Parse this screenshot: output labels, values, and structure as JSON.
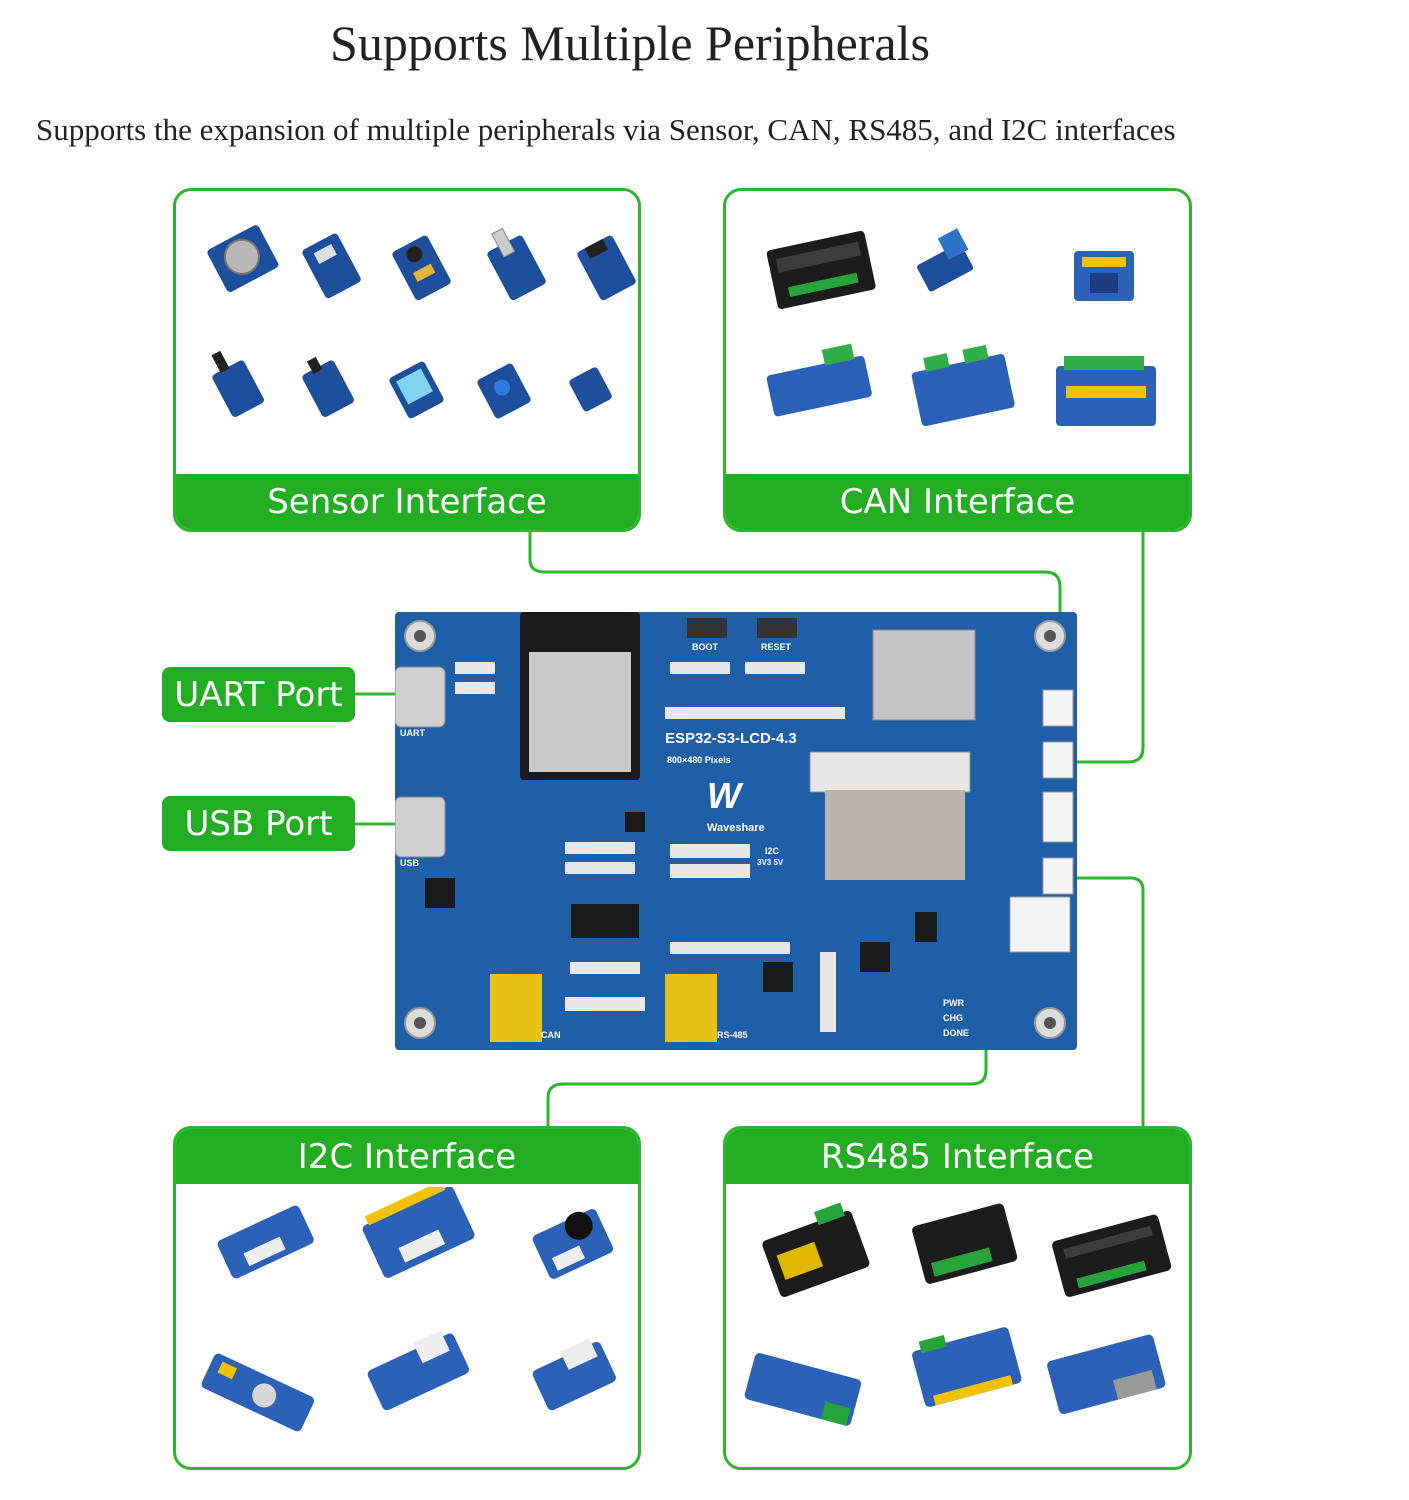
{
  "title": "Supports Multiple Peripherals",
  "subtitle": "Supports the expansion of multiple peripherals via Sensor, CAN, RS485, and I2C interfaces",
  "cards": {
    "sensor": "Sensor Interface",
    "can": "CAN Interface",
    "i2c": "I2C Interface",
    "rs485": "RS485 Interface"
  },
  "ports": {
    "uart": "UART Port",
    "usb": "USB Port"
  },
  "board": {
    "model": "ESP32-S3-LCD-4.3",
    "resolution": "800×480 Pixels",
    "brand": "Waveshare",
    "boot": "BOOT",
    "reset": "RESET",
    "uart_label": "UART",
    "usb_label": "USB",
    "can_label": "CAN",
    "rs485_label": "RS-485",
    "pwr": "PWR",
    "chg": "CHG",
    "done": "DONE",
    "i2c_label": "I2C",
    "i2c_volt": "3V3 5V"
  },
  "colors": {
    "accent_green": "#23ad23",
    "board_blue": "#1f5fa8"
  }
}
